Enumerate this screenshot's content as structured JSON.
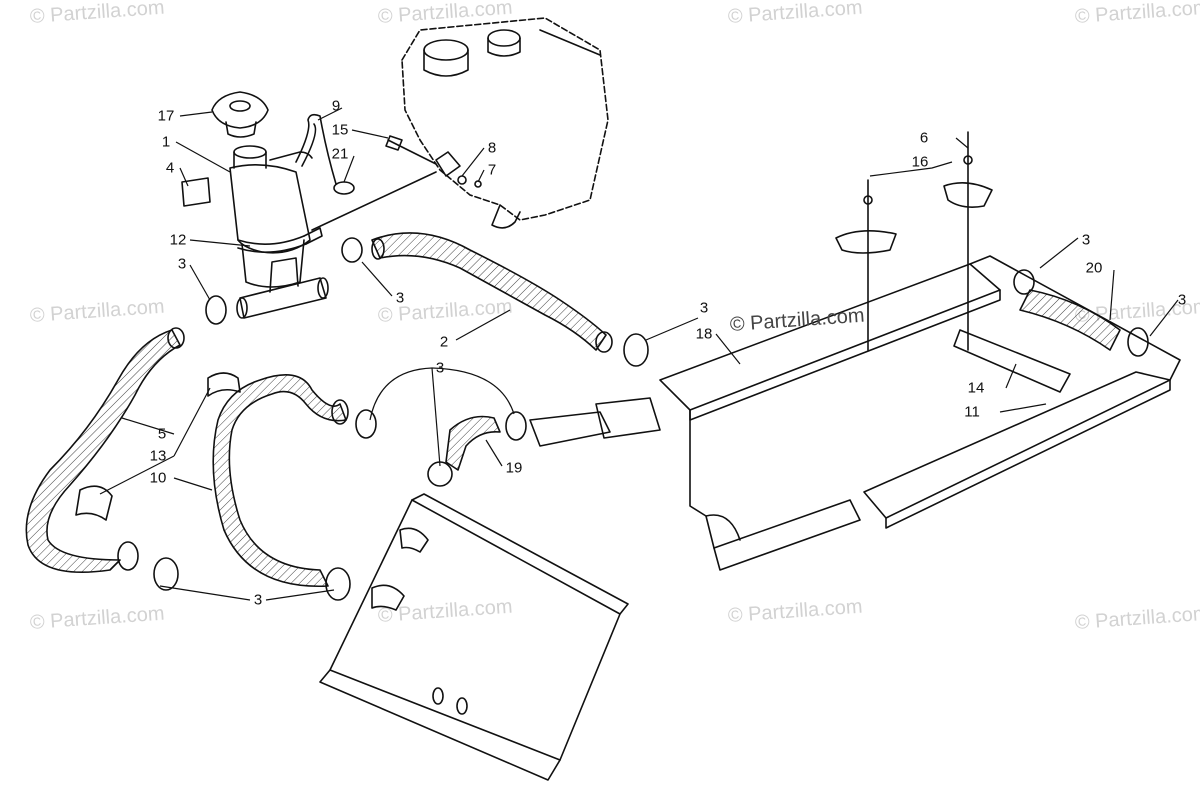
{
  "watermark": "© Partzilla.com",
  "watermark_center": "© Partzilla.com",
  "colors": {
    "line": "#111111",
    "watermark": "#d2d2d2",
    "background": "#ffffff"
  },
  "callouts": {
    "c1": "1",
    "c2": "2",
    "c3a": "3",
    "c3b": "3",
    "c3c": "3",
    "c3d": "3",
    "c3e": "3",
    "c3f": "3",
    "c3g": "3",
    "c4": "4",
    "c5": "5",
    "c6": "6",
    "c7": "7",
    "c8": "8",
    "c9": "9",
    "c10": "10",
    "c11": "11",
    "c12": "12",
    "c13": "13",
    "c14": "14",
    "c15": "15",
    "c16": "16",
    "c17": "17",
    "c18": "18",
    "c19": "19",
    "c20": "20",
    "c21": "21"
  }
}
